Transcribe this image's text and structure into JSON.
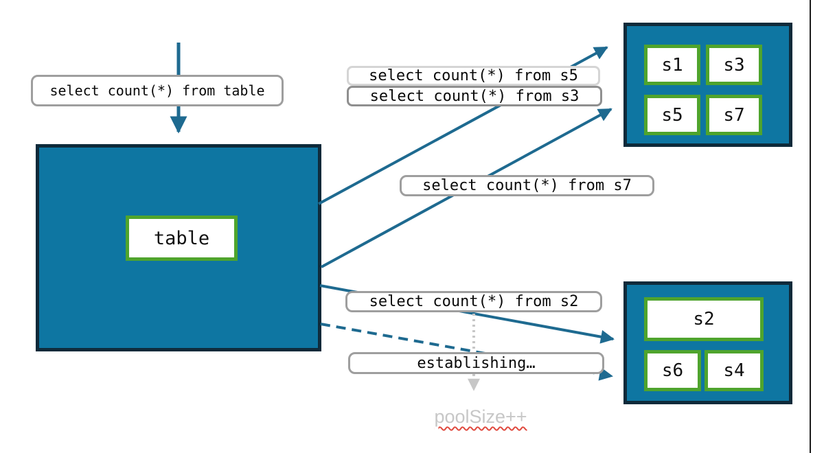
{
  "diagram": {
    "query_pills": {
      "from_table": "select count(*) from table",
      "from_s5": "select count(*) from s5",
      "from_s3": "select count(*) from s3",
      "from_s7": "select count(*) from s7",
      "from_s2": "select count(*) from s2",
      "establishing": "establishing…"
    },
    "table_node": {
      "label": "table"
    },
    "shard_pool_top": {
      "shards": [
        "s1",
        "s3",
        "s5",
        "s7"
      ]
    },
    "shard_pool_bottom": {
      "shards": [
        "s2",
        "s6",
        "s4"
      ]
    },
    "pool_size_note": "poolSize++",
    "colors": {
      "node_fill": "#0E76A2",
      "node_border": "#0E2A3A",
      "shard_border_green": "#4FA42D",
      "arrow_teal": "#1E6A90",
      "pill_border_gray": "#9E9E9E",
      "pill_border_light": "#D5D5D5",
      "pill_border_dark": "#8F8F8F",
      "note_gray": "#C7C7C7",
      "spellcheck_red": "#E04A3F",
      "edge_line": "#1B1B1B"
    }
  }
}
